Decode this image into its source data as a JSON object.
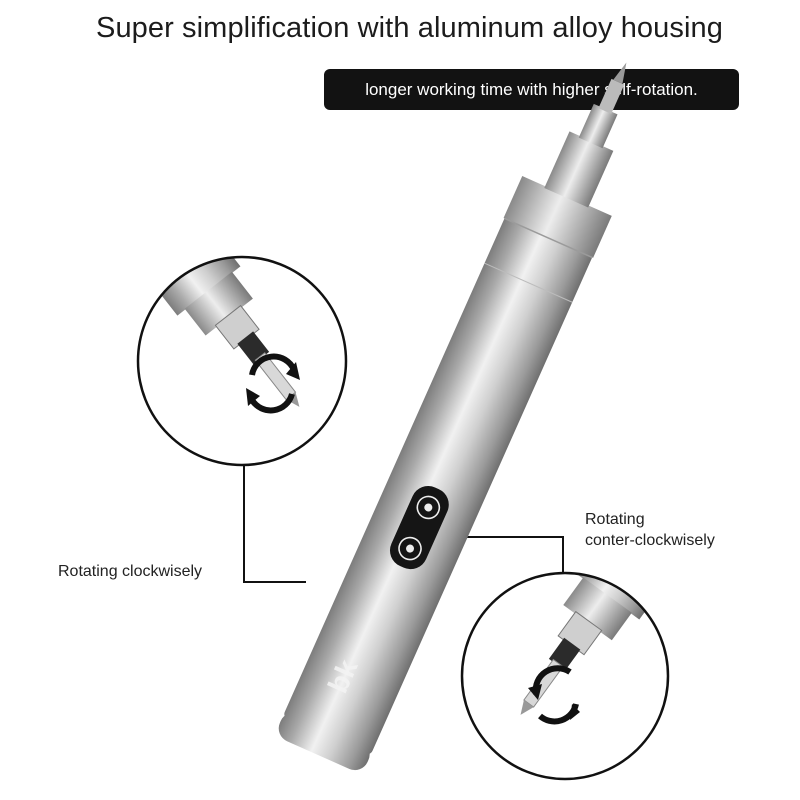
{
  "headline": "Super simplification with aluminum alloy housing",
  "tagline": "longer working time with higher self-rotation.",
  "callouts": {
    "clockwise": "Rotating clockwisely",
    "counter_line1": "Rotating",
    "counter_line2": "conter-clockwisely"
  },
  "brand_mark": "bk",
  "colors": {
    "pill_bg": "#121212",
    "metal_light": "#e6e6e6",
    "metal_dark": "#8d8d8d",
    "button_bg": "#151515"
  },
  "icons": [
    "clockwise-arrows-icon",
    "counter-clockwise-arrows-icon",
    "power-button-icon"
  ]
}
